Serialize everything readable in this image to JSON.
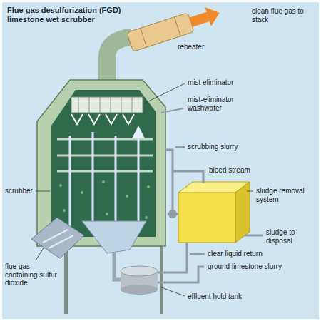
{
  "diagram": {
    "title": "Flue gas desulfurization (FGD) limestone wet scrubber",
    "labels": [
      "clean flue gas to stack",
      "reheater",
      "mist eliminator",
      "mist-eliminator washwater",
      "scrubbing slurry",
      "bleed stream",
      "sludge removal system",
      "scrubber",
      "sludge to disposal",
      "clear liquid return",
      "ground limestone slurry",
      "flue gas containing sulfur dioxide",
      "effluent hold tank"
    ]
  }
}
